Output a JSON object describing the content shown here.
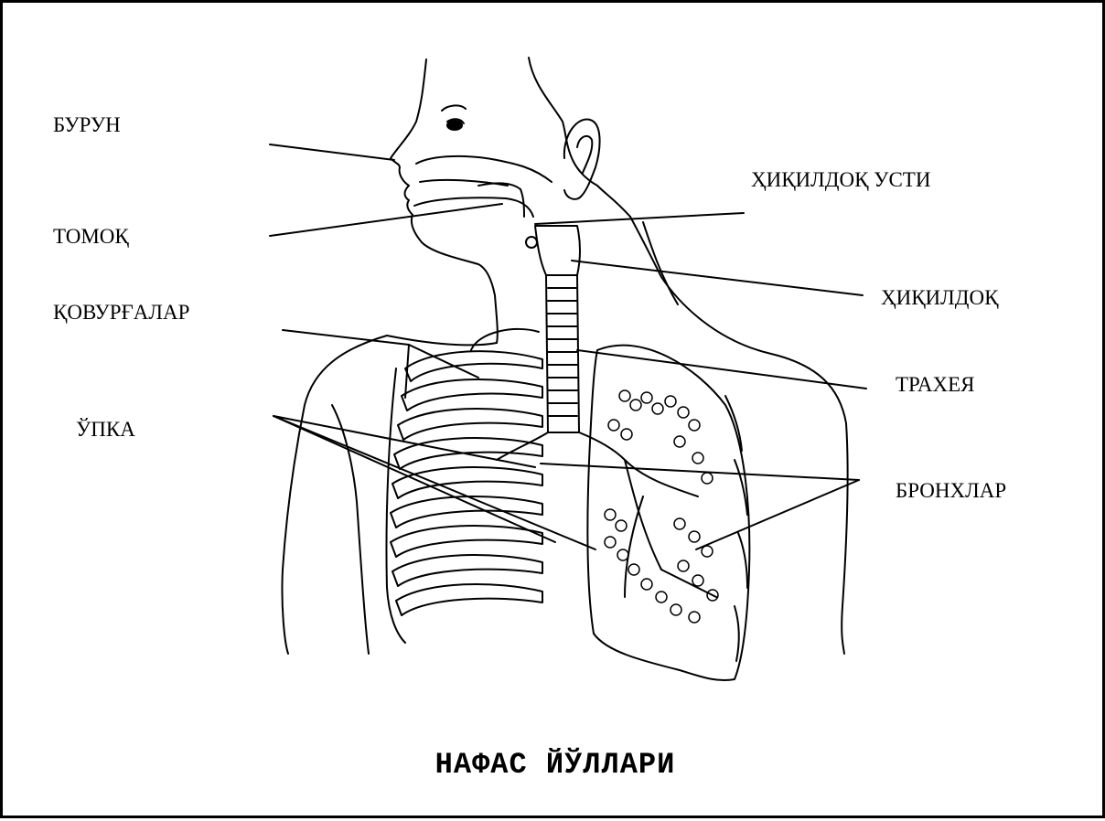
{
  "title": "НАФАС ЙЎЛЛАРИ",
  "labels": {
    "nose": "БУРУН",
    "throat": "ТОМОҚ",
    "ribs": "ҚОВУРҒАЛАР",
    "lung": "ЎПКА",
    "epiglottis": "ҲИҚИЛДОҚ УСТИ",
    "larynx": "ҲИҚИЛДОҚ",
    "trachea": "ТРАХЕЯ",
    "bronchi": "БРОНХЛАР"
  }
}
